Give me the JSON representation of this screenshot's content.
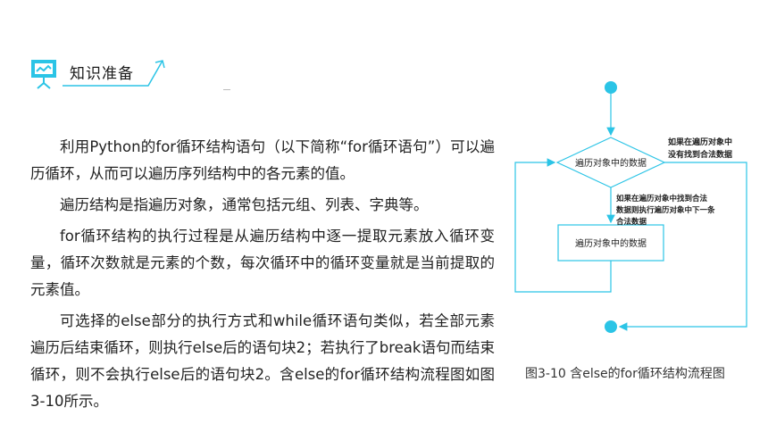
{
  "header": {
    "title": "知识准备",
    "icon": "presentation-board-icon",
    "accent_color": "#2bc4e6"
  },
  "body": {
    "paragraphs": [
      "利用Python的for循环结构语句（以下简称“for循环语句”）可以遍历循环，从而可以遍历序列结构中的各元素的值。",
      "遍历结构是指遍历对象，通常包括元组、列表、字典等。",
      "for循环结构的执行过程是从遍历结构中逐一提取元素放入循环变量，循环次数就是元素的个数，每次循环中的循环变量就是当前提取的元素值。",
      "可选择的else部分的执行方式和while循环语句类似，若全部元素遍历后结束循环，则执行else后的语句块2；若执行了break语句而结束循环，则不会执行else后的语句块2。含else的for循环结构流程图如图3-10所示。"
    ]
  },
  "flowchart": {
    "decision_label": "遍历对象中的数据",
    "process_label": "遍历对象中的数据",
    "no_label_line1": "如果在遍历对象中",
    "no_label_line2": "没有找到合法数据",
    "yes_label_line1": "如果在遍历对象中找到合法",
    "yes_label_line2": "数据则执行遍历对象中下一条",
    "yes_label_line3": "合法数据",
    "line_color": "#2bc4e6",
    "caption": "图3-10  含else的for循环结构流程图"
  }
}
